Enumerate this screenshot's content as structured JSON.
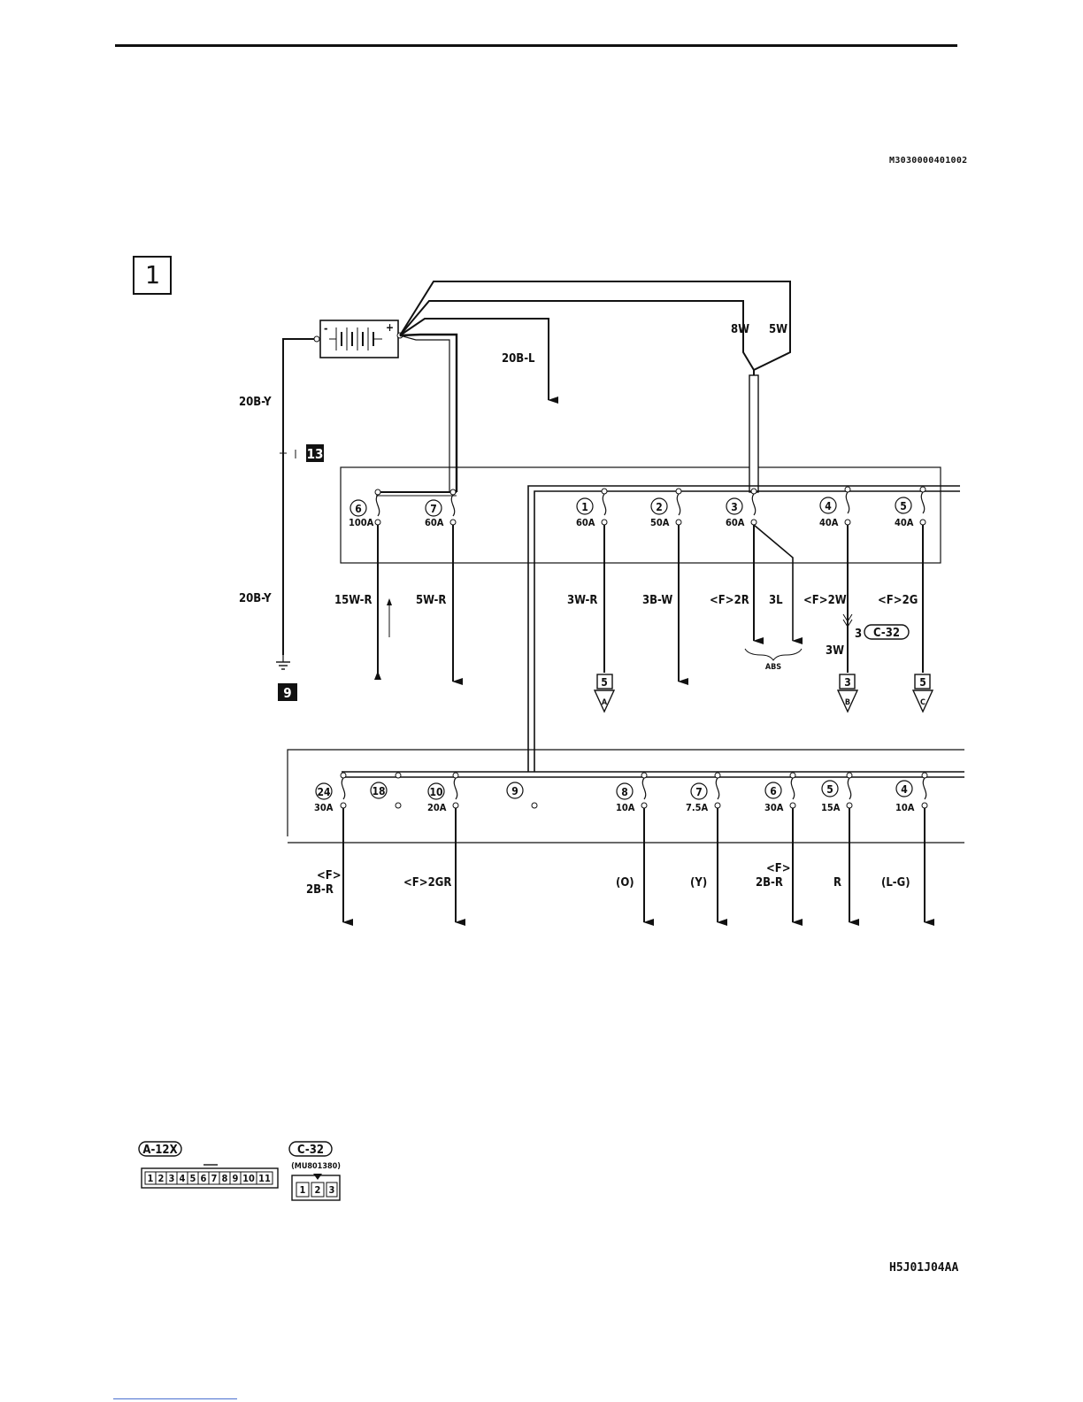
{
  "header": {
    "doc_id": "M3030000401002",
    "page_marker": "1"
  },
  "footer": {
    "code": "H5J01J04AA"
  },
  "ground": {
    "marker": "9"
  },
  "junction": {
    "marker": "13"
  },
  "wires": {
    "battery_neg": "20B-Y",
    "ground_lower": "20B-Y",
    "battery_pos": "20B-L",
    "w8": "8W",
    "w5": "5W",
    "f6": "15W-R",
    "f7": "5W-R",
    "f1": "3W-R",
    "f2": "3B-W",
    "f3a": "<F>2R",
    "f3b": "3L",
    "f4": "<F>2W",
    "f4b": "3W",
    "f5": "<F>2G"
  },
  "connector_ref": {
    "pin": "3",
    "name": "C-32"
  },
  "abs_label": "ABS",
  "upper_fuses": [
    {
      "num": "6",
      "rating": "100A"
    },
    {
      "num": "7",
      "rating": "60A"
    },
    {
      "num": "1",
      "rating": "60A"
    },
    {
      "num": "2",
      "rating": "50A"
    },
    {
      "num": "3",
      "rating": "60A"
    },
    {
      "num": "4",
      "rating": "40A"
    },
    {
      "num": "5",
      "rating": "40A"
    }
  ],
  "targets": [
    {
      "num": "5",
      "letter": "A"
    },
    {
      "num": "3",
      "letter": "B"
    },
    {
      "num": "5",
      "letter": "C"
    }
  ],
  "lower_fuses": [
    {
      "num": "24",
      "rating": "30A"
    },
    {
      "num": "18",
      "rating": ""
    },
    {
      "num": "10",
      "rating": "20A"
    },
    {
      "num": "9",
      "rating": ""
    },
    {
      "num": "8",
      "rating": "10A"
    },
    {
      "num": "7",
      "rating": "7.5A"
    },
    {
      "num": "6",
      "rating": "30A"
    },
    {
      "num": "5",
      "rating": "15A"
    },
    {
      "num": "4",
      "rating": "10A"
    }
  ],
  "lower_wires": [
    {
      "top": "<F>",
      "bottom": "2B-R"
    },
    {
      "top": "",
      "bottom": "<F>2GR"
    },
    {
      "top": "",
      "bottom": "(O)"
    },
    {
      "top": "",
      "bottom": "(Y)"
    },
    {
      "top": "<F>",
      "bottom": "2B-R"
    },
    {
      "top": "",
      "bottom": "R"
    },
    {
      "top": "",
      "bottom": "(L-G)"
    }
  ],
  "connectors": {
    "a12x": {
      "name": "A-12X",
      "pins": [
        "1",
        "2",
        "3",
        "4",
        "5",
        "6",
        "7",
        "8",
        "9",
        "10",
        "11"
      ]
    },
    "c32": {
      "name": "C-32",
      "part": "(MU801380)",
      "pins": [
        "1",
        "2",
        "3"
      ]
    }
  }
}
